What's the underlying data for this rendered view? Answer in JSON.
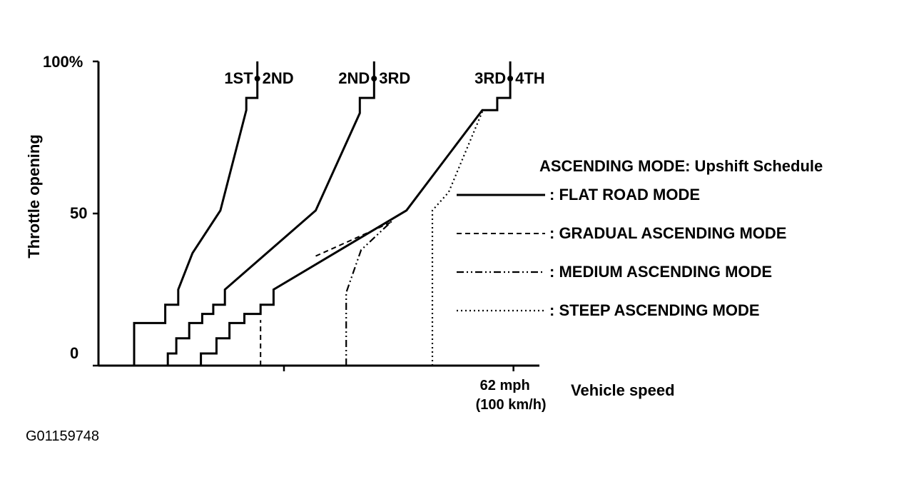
{
  "chart_data": {
    "type": "line",
    "title": "ASCENDING MODE: Upshift Schedule",
    "xlabel": "Vehicle speed",
    "ylabel": "Throttle opening",
    "ylim": [
      0,
      100
    ],
    "y_ticks": [
      {
        "value": 100,
        "label": "100%"
      },
      {
        "value": 50,
        "label": "50"
      },
      {
        "value": 0,
        "label": "0"
      }
    ],
    "x_ticks": [
      {
        "value": 62,
        "label": "62 mph",
        "sublabel": "(100 km/h)"
      }
    ],
    "xlim": [
      -2,
      66
    ],
    "shift_labels": [
      {
        "from": "1ST",
        "to": "2ND"
      },
      {
        "from": "2ND",
        "to": "3RD"
      },
      {
        "from": "3RD",
        "to": "4TH"
      }
    ],
    "legend": [
      {
        "label": ": FLAT ROAD MODE",
        "style": "solid"
      },
      {
        "label": ": GRADUAL ASCENDING MODE",
        "style": "dashed"
      },
      {
        "label": ": MEDIUM ASCENDING MODE",
        "style": "dashdot"
      },
      {
        "label": ": STEEP ASCENDING MODE",
        "style": "dotted"
      }
    ],
    "series": [
      {
        "style": "solid",
        "points": [
          [
            3.5,
            0
          ],
          [
            3.5,
            9
          ],
          [
            3.5,
            14
          ],
          [
            8.3,
            14
          ],
          [
            8.3,
            20
          ],
          [
            10.3,
            20
          ],
          [
            10.3,
            25
          ],
          [
            12.5,
            37
          ],
          [
            16.8,
            51
          ],
          [
            20.8,
            84
          ],
          [
            20.8,
            88
          ],
          [
            22.5,
            88
          ],
          [
            22.5,
            100
          ]
        ]
      },
      {
        "style": "solid",
        "points": [
          [
            8.7,
            0
          ],
          [
            8.7,
            4
          ],
          [
            10,
            4
          ],
          [
            10,
            9
          ],
          [
            12,
            9
          ],
          [
            12,
            14
          ],
          [
            14,
            14
          ],
          [
            14,
            17
          ],
          [
            15.7,
            17
          ],
          [
            15.7,
            20
          ],
          [
            17.5,
            20
          ],
          [
            17.5,
            25
          ],
          [
            31.5,
            51
          ],
          [
            38.3,
            83
          ],
          [
            38.3,
            88
          ],
          [
            40.5,
            88
          ],
          [
            40.5,
            100
          ]
        ]
      },
      {
        "style": "solid",
        "points": [
          [
            13.8,
            0
          ],
          [
            13.8,
            4
          ],
          [
            16.2,
            4
          ],
          [
            16.2,
            9
          ],
          [
            18.2,
            9
          ],
          [
            18.2,
            14
          ],
          [
            20.5,
            14
          ],
          [
            20.5,
            17
          ],
          [
            23,
            17
          ],
          [
            23,
            20
          ],
          [
            25,
            20
          ],
          [
            25,
            25
          ],
          [
            45.5,
            51
          ],
          [
            57.2,
            84
          ],
          [
            59.5,
            84
          ],
          [
            59.5,
            88
          ],
          [
            61.5,
            88
          ],
          [
            61.5,
            100
          ]
        ]
      },
      {
        "style": "dashed",
        "points": [
          [
            23,
            0
          ],
          [
            23,
            15
          ]
        ]
      },
      {
        "style": "dashed",
        "points": [
          [
            31.5,
            36
          ],
          [
            43,
            47
          ]
        ]
      },
      {
        "style": "dashdot",
        "points": [
          [
            36.2,
            0
          ],
          [
            36.2,
            24
          ],
          [
            38.5,
            38
          ],
          [
            43.5,
            48
          ]
        ]
      },
      {
        "style": "dotted",
        "points": [
          [
            49.5,
            0
          ],
          [
            49.5,
            51
          ],
          [
            52,
            57
          ],
          [
            57.3,
            84
          ]
        ]
      }
    ]
  },
  "figure_id": "G01159748"
}
